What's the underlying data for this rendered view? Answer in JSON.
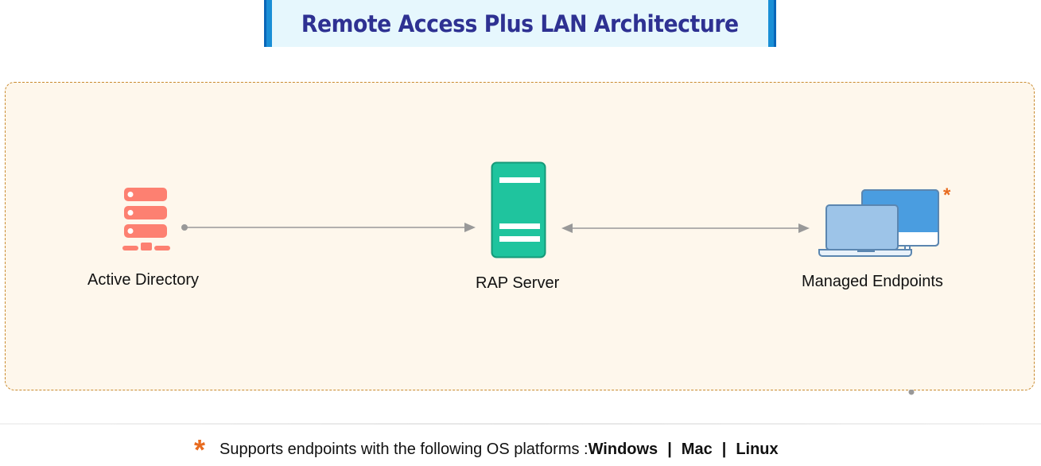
{
  "title": "Remote Access Plus LAN Architecture",
  "nodes": {
    "active_directory": {
      "label": "Active Directory",
      "icon": "server-stack-icon",
      "color": "#fd8071"
    },
    "rap_server": {
      "label": "RAP Server",
      "icon": "server-tower-icon",
      "color": "#1fc49e"
    },
    "managed_endpoints": {
      "label": "Managed Endpoints",
      "icon": "laptop-monitor-icon",
      "color": "#4a9de0",
      "marker": "*"
    }
  },
  "connections": [
    {
      "from": "Active Directory",
      "to": "RAP Server",
      "direction": "one-way"
    },
    {
      "from": "RAP Server",
      "to": "Managed Endpoints",
      "direction": "two-way"
    }
  ],
  "footnote": {
    "marker": "*",
    "text": "Supports endpoints with the following OS platforms : ",
    "platforms": [
      "Windows",
      "Mac",
      "Linux"
    ],
    "separator": "|"
  },
  "colors": {
    "title_text": "#2e3192",
    "title_bg": "#e6f7fd",
    "accent": "#1a8fd6",
    "region_bg": "#fef7ec",
    "region_border": "#c98a2e",
    "connector": "#999999",
    "marker": "#e86b1f"
  }
}
